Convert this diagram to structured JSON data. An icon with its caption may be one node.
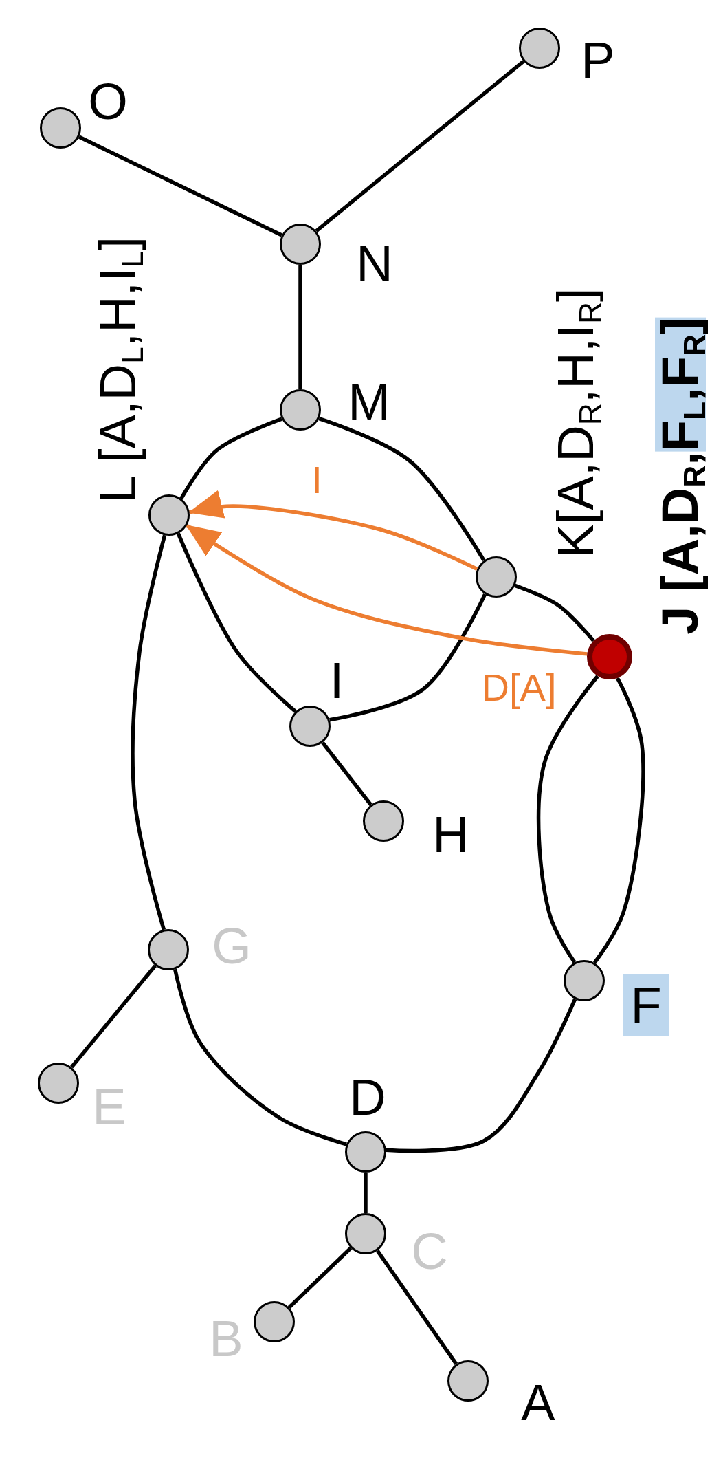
{
  "diagram": {
    "nodes": [
      {
        "text": [],
        "shape": "circle",
        "beside": [
          "P"
        ]
      },
      {
        "text": [],
        "shape": "circle",
        "beside": [
          "O"
        ]
      },
      {
        "text": [],
        "shape": "circle",
        "beside": [
          "N"
        ]
      },
      {
        "text": [],
        "shape": "circle",
        "beside": [
          "M"
        ]
      },
      {
        "text": [],
        "shape": "circle",
        "beside": [
          "L [A,D$_{L}$,H,I$_{L}$]"
        ]
      },
      {
        "text": [],
        "shape": "circle",
        "beside": [
          "K[A,D$_{R}$,H,I$_{R}$]"
        ]
      },
      {
        "text": [],
        "shape": "circle",
        "beside": [
          "J [A,D$_{R}$,",
          "F$_{L}$,F$_{R}$]"
        ]
      },
      {
        "text": [],
        "shape": "circle",
        "beside": [
          "I"
        ]
      },
      {
        "text": [],
        "shape": "circle",
        "beside": [
          "H"
        ]
      },
      {
        "text": [],
        "shape": "circle",
        "beside": [
          "G"
        ]
      },
      {
        "text": [],
        "shape": "circle",
        "beside": [
          "F"
        ]
      },
      {
        "text": [],
        "shape": "circle",
        "beside": [
          "E"
        ]
      },
      {
        "text": [],
        "shape": "circle",
        "beside": [
          "D"
        ]
      },
      {
        "text": [],
        "shape": "circle",
        "beside": [
          "C"
        ]
      },
      {
        "text": [],
        "shape": "circle",
        "beside": [
          "B"
        ]
      },
      {
        "text": [],
        "shape": "circle",
        "beside": [
          "A"
        ]
      }
    ],
    "edges": [
      {
        "from": 2,
        "to": 0,
        "arrow": "none"
      },
      {
        "from": 1,
        "to": 2,
        "arrow": "none"
      },
      {
        "from": 2,
        "to": 3,
        "arrow": "none"
      },
      {
        "from": 3,
        "to": 4,
        "arrow": "none"
      },
      {
        "from": 3,
        "to": 5,
        "arrow": "none"
      },
      {
        "from": 4,
        "to": 7,
        "arrow": "none"
      },
      {
        "from": 5,
        "to": 7,
        "arrow": "none"
      },
      {
        "from": 5,
        "to": 6,
        "arrow": "none"
      },
      {
        "from": 5,
        "to": 4,
        "arrow": "to",
        "label": "I",
        "color": "#ed7d31"
      },
      {
        "from": 6,
        "to": 4,
        "arrow": "to",
        "label": "D[A]",
        "color": "#ed7d31"
      },
      {
        "from": 7,
        "to": 8,
        "arrow": "none"
      },
      {
        "from": 4,
        "to": 9,
        "arrow": "none"
      },
      {
        "from": 6,
        "to": 10,
        "arrow": "none"
      },
      {
        "from": 6,
        "to": 10,
        "arrow": "none"
      },
      {
        "from": 9,
        "to": 11,
        "arrow": "none"
      },
      {
        "from": 9,
        "to": 12,
        "arrow": "none"
      },
      {
        "from": 10,
        "to": 12,
        "arrow": "none"
      },
      {
        "from": 12,
        "to": 13,
        "arrow": "none"
      },
      {
        "from": 13,
        "to": 14,
        "arrow": "none"
      },
      {
        "from": 13,
        "to": 15,
        "arrow": "none"
      }
    ]
  }
}
